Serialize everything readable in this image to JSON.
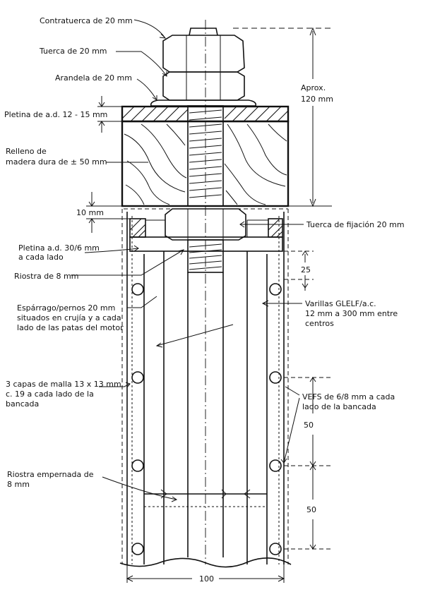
{
  "labels": {
    "contratuerca": "Contratuerca de 20 mm",
    "tuerca": "Tuerca de 20 mm",
    "arandela": "Arandela de 20 mm",
    "pletina_top": "Pletina de a.d. 12 - 15 mm",
    "relleno_1": "Relleno de",
    "relleno_2": "madera dura de ± 50 mm",
    "dim_10": "10 mm",
    "pletina_side_1": "Pletina a.d. 30/6 mm",
    "pletina_side_2": "a cada  lado",
    "riostra": "Riostra de 8 mm",
    "esparrago_1": "Espárrago/pernos 20 mm",
    "esparrago_2": "situados en crujía y a cada",
    "esparrago_3": "lado de las patas del motor",
    "malla_1": "3 capas de malla 13 x 13 mm",
    "malla_2": "c. 19 a cada lado de la",
    "malla_3": "bancada",
    "riostra_emp_1": "Riostra empernada de",
    "riostra_emp_2": "8 mm",
    "aprox_1": "Aprox.",
    "aprox_2": "120 mm",
    "tuerca_fijacion": "Tuerca de fijación 20 mm",
    "dim_25": "25",
    "varillas_1": "Varillas GLELF/a.c.",
    "varillas_2": "12 mm a 300 mm entre",
    "varillas_3": "centros",
    "vefs_1": "VEFS de 6/8 mm a cada",
    "vefs_2": "lado de la bancada",
    "dim_50a": "50",
    "dim_50b": "50",
    "dim_100": "100"
  },
  "colors": {
    "ink": "#111111",
    "paper": "#ffffff"
  }
}
